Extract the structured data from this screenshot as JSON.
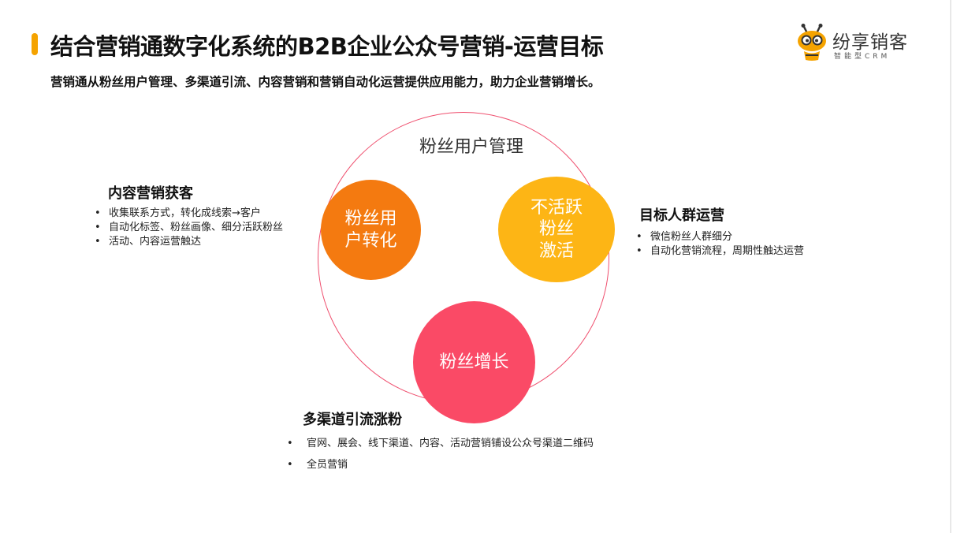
{
  "header": {
    "title": "结合营销通数字化系统的B2B企业公众号营销-运营目标",
    "subtitle": "营销通从粉丝用户管理、多渠道引流、内容营销和营销自动化运营提供应用能力，助力企业营销增长。"
  },
  "logo": {
    "name": "纷享销客",
    "tagline": "智能型CRM",
    "brand_color": "#f5a300"
  },
  "diagram": {
    "outer_circle_label": "粉丝用户管理",
    "nodes": {
      "conversion": {
        "label_line1": "粉丝用",
        "label_line2": "户转化",
        "color": "#f47a10"
      },
      "reactivation": {
        "label_line1": "不活跃",
        "label_line2": "粉丝",
        "label_line3": "激活",
        "color": "#fdb515"
      },
      "growth": {
        "label": "粉丝增长",
        "color": "#fa4a66"
      }
    },
    "outer_circle_color": "#ef4f6e"
  },
  "sections": {
    "content_marketing": {
      "title": "内容营销获客",
      "items": [
        "收集联系方式，转化成线索→客户",
        "自动化标签、粉丝画像、细分活跃粉丝",
        "活动、内容运营触达"
      ]
    },
    "target_audience": {
      "title": "目标人群运营",
      "items": [
        "微信粉丝人群细分",
        "自动化营销流程，周期性触达运营"
      ]
    },
    "multichannel": {
      "title": "多渠道引流涨粉",
      "items": [
        "官网、展会、线下渠道、内容、活动营销铺设公众号渠道二维码",
        "全员营销"
      ]
    }
  }
}
